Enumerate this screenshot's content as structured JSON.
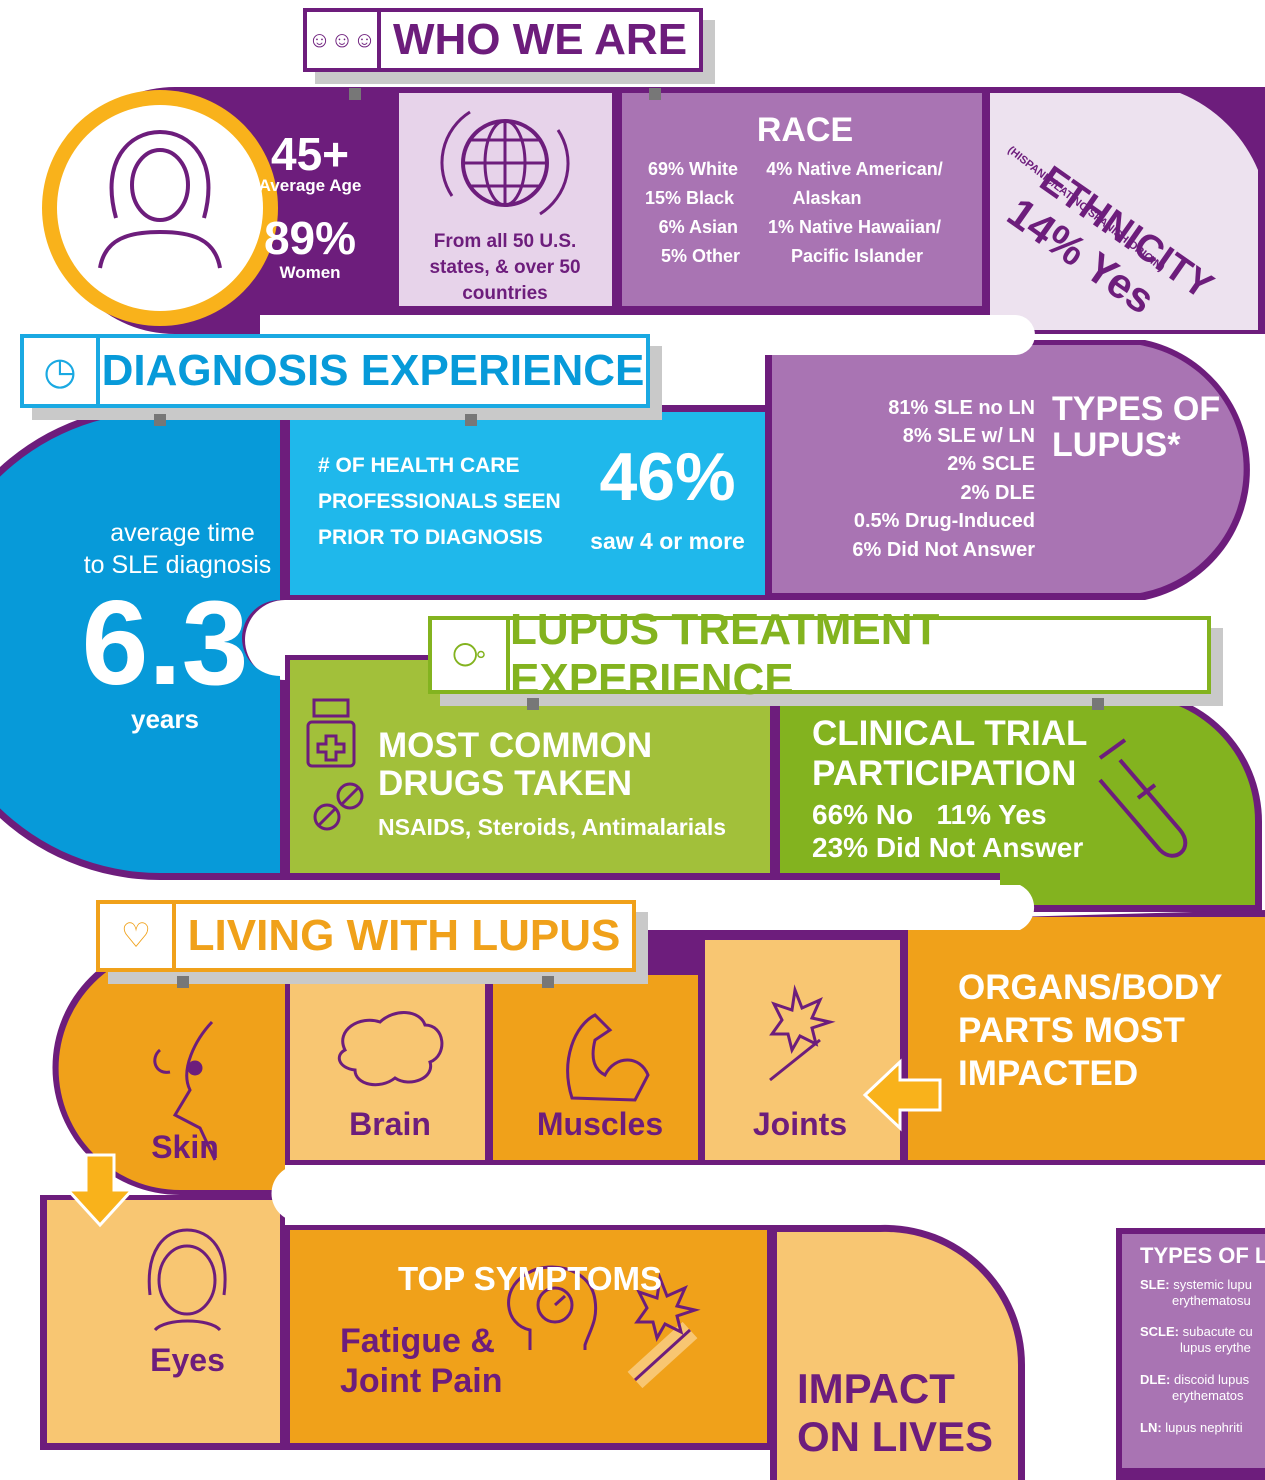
{
  "colors": {
    "purple_dark": "#6d1d7c",
    "purple_mid": "#9a63ad",
    "purple_light": "#e7d3ea",
    "blue": "#079ad9",
    "blue_light": "#1fb8eb",
    "green": "#83b31f",
    "green_light": "#a2c03a",
    "orange": "#f0a11a",
    "orange_light": "#f8c672",
    "yellow_ring": "#f9b21b"
  },
  "who": {
    "title": "WHO WE ARE",
    "age_value": "45+",
    "age_label": "Average Age",
    "women_value": "89%",
    "women_label": "Women",
    "location_lines": [
      "From all 50 U.S.",
      "states, & over 50",
      "countries"
    ],
    "race_title": "RACE",
    "race_left": [
      "69% White",
      "15% Black",
      "6% Asian",
      "5% Other"
    ],
    "race_right": [
      "4% Native American/",
      "Alaskan",
      "1% Native Hawaiian/",
      "Pacific Islander"
    ],
    "ethnicity_title": "ETHNICITY",
    "ethnicity_sub": "(HISPANIC/LATINO/SPANISH ORIGIN)",
    "ethnicity_value": "14% Yes"
  },
  "diagnosis": {
    "title": "DIAGNOSIS EXPERIENCE",
    "time_lines": [
      "average time",
      "to SLE diagnosis"
    ],
    "time_value": "6.3",
    "time_unit": "years",
    "hcp_lines": [
      "# OF HEALTH CARE",
      "PROFESSIONALS SEEN",
      "PRIOR TO DIAGNOSIS"
    ],
    "hcp_value": "46%",
    "hcp_label": "saw 4 or more",
    "types_title_lines": [
      "TYPES OF",
      "LUPUS*"
    ],
    "types_list": [
      "81% SLE no LN",
      "8% SLE w/ LN",
      "2% SCLE",
      "2% DLE",
      "0.5% Drug-Induced",
      "6% Did Not Answer"
    ]
  },
  "treatment": {
    "title": "LUPUS TREATMENT EXPERIENCE",
    "drugs_title_lines": [
      "MOST COMMON",
      "DRUGS TAKEN"
    ],
    "drugs_list": "NSAIDS, Steroids, Antimalarials",
    "trial_title_lines": [
      "CLINICAL TRIAL",
      "PARTICIPATION"
    ],
    "trial_line1": "66% No   11% Yes",
    "trial_line2": "23% Did Not Answer"
  },
  "living": {
    "title": "LIVING WITH LUPUS",
    "organs": [
      "Skin",
      "Brain",
      "Muscles",
      "Joints"
    ],
    "organs_title_lines": [
      "ORGANS/BODY",
      "PARTS MOST",
      "IMPACTED"
    ],
    "eyes": "Eyes",
    "symptoms_title": "TOP SYMPTOMS",
    "symptoms_lines": [
      "Fatigue &",
      "Joint Pain"
    ],
    "impact_lines": [
      "IMPACT",
      "ON LIVES"
    ]
  },
  "legend": {
    "title": "TYPES OF L",
    "items": [
      {
        "abbr": "SLE:",
        "line1": "systemic lupu",
        "line2": "erythematosu"
      },
      {
        "abbr": "SCLE:",
        "line1": "subacute cu",
        "line2": "lupus erythe"
      },
      {
        "abbr": "DLE:",
        "line1": "discoid lupus",
        "line2": "erythematos"
      },
      {
        "abbr": "LN:",
        "line1": "lupus nephriti",
        "line2": ""
      }
    ]
  }
}
